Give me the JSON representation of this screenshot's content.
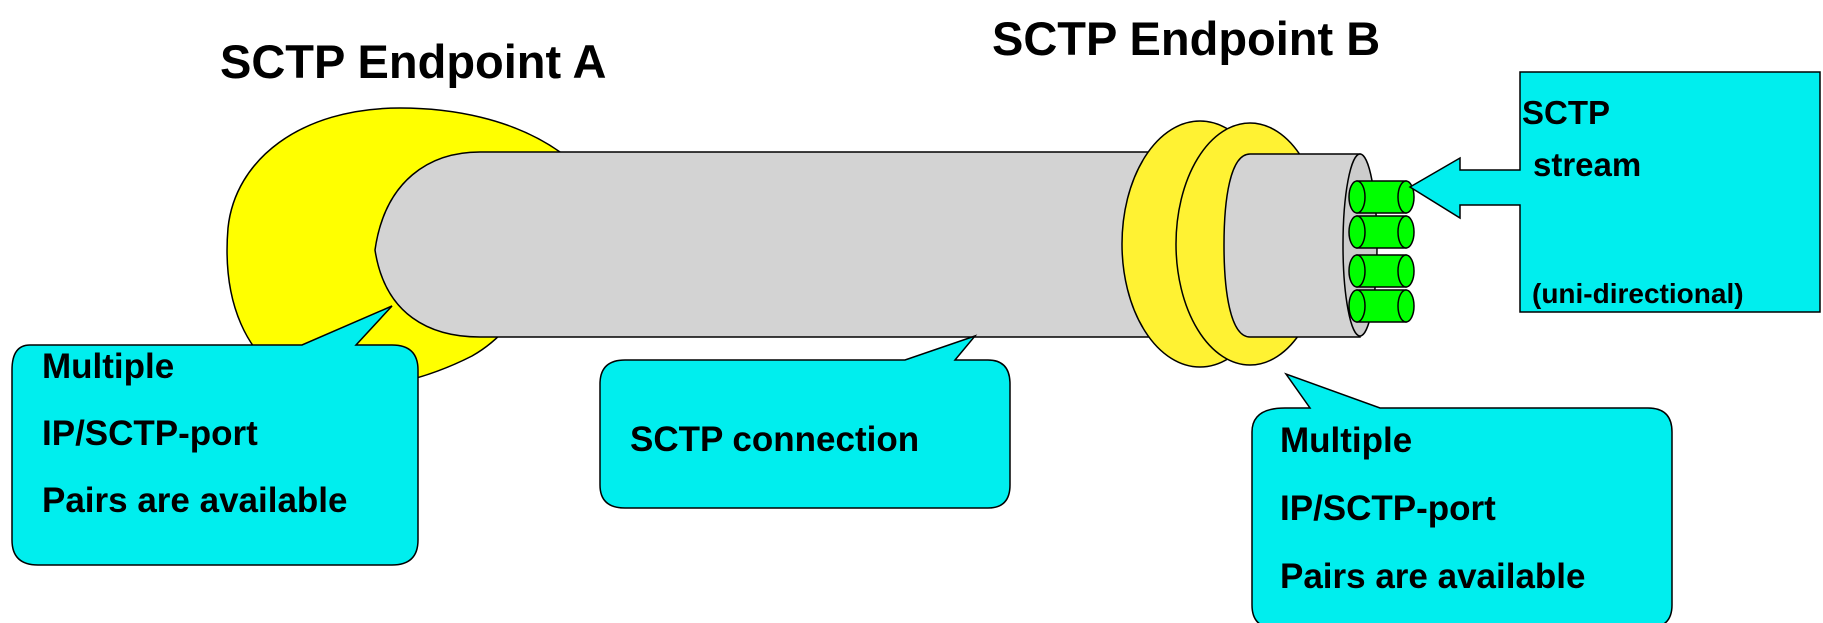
{
  "titles": {
    "endpoint_a": "SCTP Endpoint A",
    "endpoint_b": "SCTP Endpoint B"
  },
  "callouts": {
    "endpoint_a": {
      "line1": "Multiple",
      "line2": "IP/SCTP-port",
      "line3": "Pairs are available"
    },
    "connection": {
      "label": "SCTP connection"
    },
    "endpoint_b": {
      "line1": "Multiple",
      "line2": "IP/SCTP-port",
      "line3": "Pairs are available"
    },
    "stream": {
      "line1": "SCTP",
      "line2": "stream",
      "line3": "(uni-directional)"
    }
  },
  "colors": {
    "endpoint_yellow": "#ffff00",
    "endpoint_b_yellow": "#fff233",
    "pipe_gray": "#d3d3d3",
    "callout_cyan": "#00eeee",
    "stream_green": "#00ff00",
    "outline": "#000000"
  }
}
